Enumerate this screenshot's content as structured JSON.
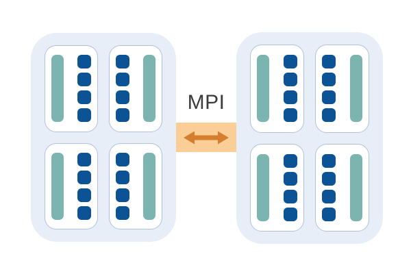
{
  "diagram": {
    "link": {
      "label": "MPI",
      "arrow_icon": "double-headed-arrow"
    },
    "nodes": [
      {
        "id": "node-left",
        "sockets": [
          {
            "layout": "bar-left",
            "cores": 4
          },
          {
            "layout": "bar-right",
            "cores": 4
          },
          {
            "layout": "bar-left",
            "cores": 4
          },
          {
            "layout": "bar-right",
            "cores": 4
          }
        ]
      },
      {
        "id": "node-right",
        "sockets": [
          {
            "layout": "bar-left",
            "cores": 4
          },
          {
            "layout": "bar-right",
            "cores": 4
          },
          {
            "layout": "bar-left",
            "cores": 4
          },
          {
            "layout": "bar-right",
            "cores": 4
          }
        ]
      }
    ],
    "colors": {
      "node_bg": "#E8EEF8",
      "socket_bg": "#FFFFFF",
      "socket_border": "#B3BFD9",
      "core_teal": "#7CB4B0",
      "core_blue": "#0B5394",
      "link_bg": "#FACE96",
      "link_arrow": "#D57E2E",
      "label_color": "#3C3C3C"
    }
  }
}
